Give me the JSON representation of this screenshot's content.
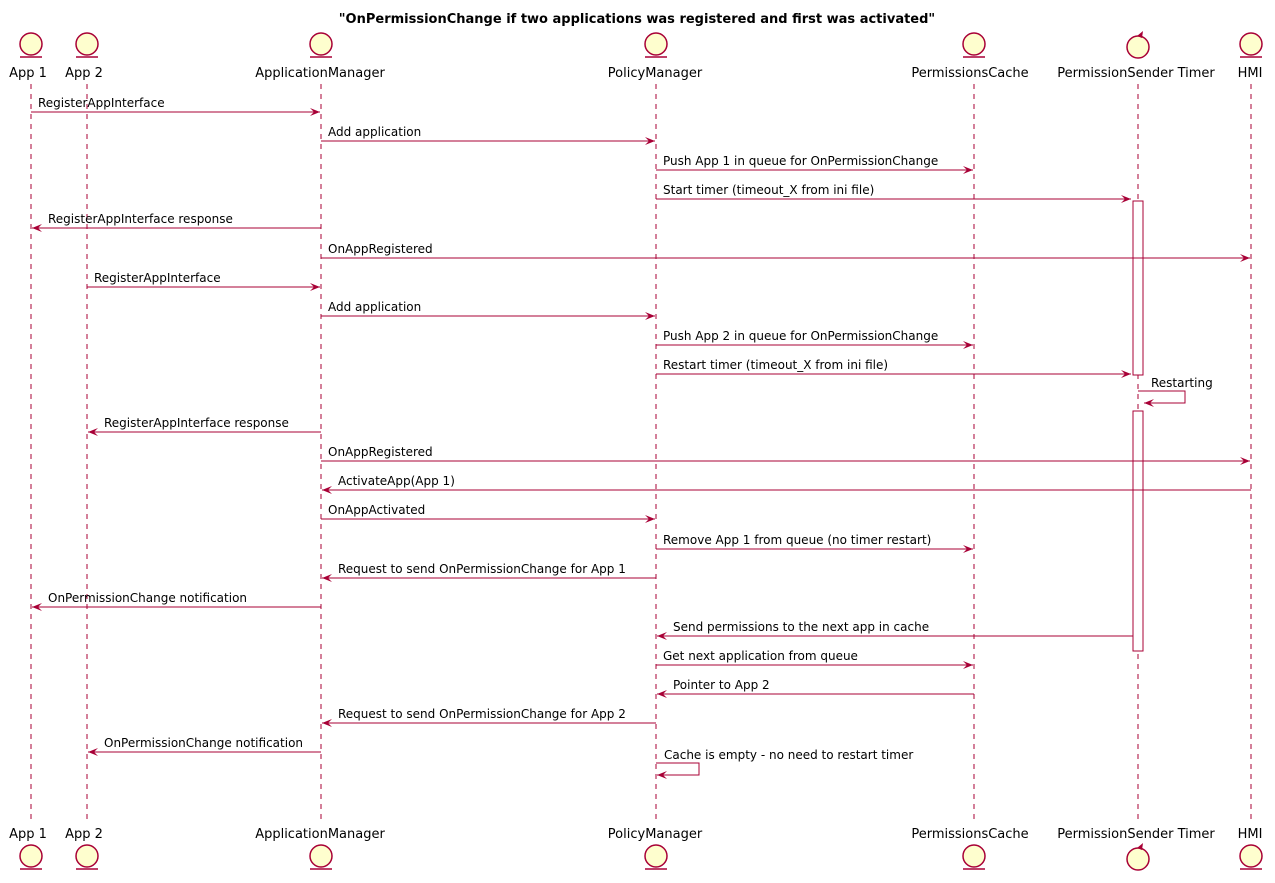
{
  "title": "\"OnPermissionChange if two applications was registered and first was activated\"",
  "colors": {
    "line": "#a80036",
    "participant_fill": "#fefece"
  },
  "participants": [
    {
      "id": "app1",
      "label": "App 1",
      "kind": "entity-icon"
    },
    {
      "id": "app2",
      "label": "App 2",
      "kind": "entity-icon"
    },
    {
      "id": "am",
      "label": "ApplicationManager",
      "kind": "entity-icon"
    },
    {
      "id": "pm",
      "label": "PolicyManager",
      "kind": "entity-icon"
    },
    {
      "id": "pc",
      "label": "PermissionsCache",
      "kind": "entity-icon"
    },
    {
      "id": "timer",
      "label": "PermissionSender Timer",
      "kind": "control-icon"
    },
    {
      "id": "hmi",
      "label": "HMI",
      "kind": "entity-icon"
    }
  ],
  "messages": [
    {
      "from": "app1",
      "to": "am",
      "label": "RegisterAppInterface"
    },
    {
      "from": "am",
      "to": "pm",
      "label": "Add application"
    },
    {
      "from": "pm",
      "to": "pc",
      "label": "Push App 1 in queue for OnPermissionChange"
    },
    {
      "from": "pm",
      "to": "timer",
      "label": "Start timer (timeout_X from ini file)"
    },
    {
      "from": "am",
      "to": "app1",
      "label": "RegisterAppInterface response"
    },
    {
      "from": "am",
      "to": "hmi",
      "label": "OnAppRegistered"
    },
    {
      "from": "app2",
      "to": "am",
      "label": "RegisterAppInterface"
    },
    {
      "from": "am",
      "to": "pm",
      "label": "Add application"
    },
    {
      "from": "pm",
      "to": "pc",
      "label": "Push App 2 in queue for OnPermissionChange"
    },
    {
      "from": "pm",
      "to": "timer",
      "label": "Restart timer (timeout_X from ini file)"
    },
    {
      "from": "timer",
      "to": "timer",
      "label": "Restarting"
    },
    {
      "from": "am",
      "to": "app2",
      "label": "RegisterAppInterface response"
    },
    {
      "from": "am",
      "to": "hmi",
      "label": "OnAppRegistered"
    },
    {
      "from": "hmi",
      "to": "am",
      "label": "ActivateApp(App 1)"
    },
    {
      "from": "am",
      "to": "pm",
      "label": "OnAppActivated"
    },
    {
      "from": "pm",
      "to": "pc",
      "label": "Remove App 1 from queue (no timer restart)"
    },
    {
      "from": "pm",
      "to": "am",
      "label": "Request to send OnPermissionChange  for App 1"
    },
    {
      "from": "am",
      "to": "app1",
      "label": "OnPermissionChange notification"
    },
    {
      "from": "timer",
      "to": "pm",
      "label": "Send permissions to the next app in cache"
    },
    {
      "from": "pm",
      "to": "pc",
      "label": "Get next application from queue"
    },
    {
      "from": "pc",
      "to": "pm",
      "label": "Pointer to App 2"
    },
    {
      "from": "pm",
      "to": "am",
      "label": "Request to send OnPermissionChange  for App 2"
    },
    {
      "from": "am",
      "to": "app2",
      "label": "OnPermissionChange notification"
    },
    {
      "from": "pm",
      "to": "pm",
      "label": "Cache is empty - no need to restart timer"
    }
  ]
}
